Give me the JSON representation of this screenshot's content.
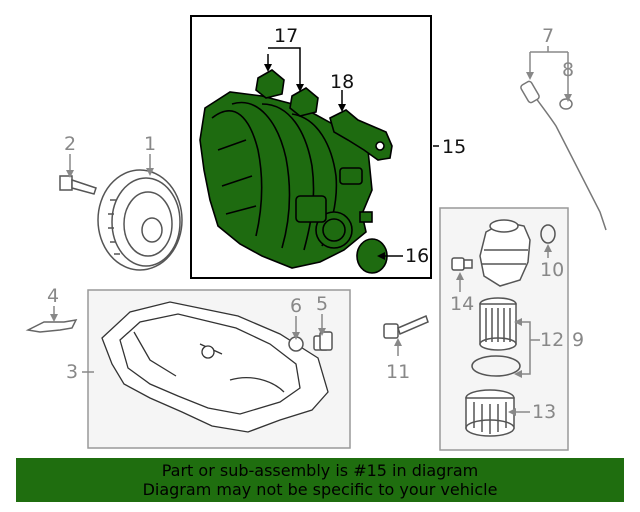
{
  "callouts": {
    "c1": "1",
    "c2": "2",
    "c3": "3",
    "c4": "4",
    "c5": "5",
    "c6": "6",
    "c7": "7",
    "c8": "8",
    "c9": "9",
    "c10": "10",
    "c11": "11",
    "c12": "12",
    "c13": "13",
    "c14": "14",
    "c15": "15",
    "c16": "16",
    "c17": "17",
    "c18": "18"
  },
  "banner": {
    "line1": "Part or sub-assembly is #15 in diagram",
    "line2": "Diagram may not be specific to your vehicle"
  },
  "colors": {
    "highlight": "#1e6b10",
    "banner": "#1f6e0f",
    "box_fill": "#f5f5f5"
  }
}
